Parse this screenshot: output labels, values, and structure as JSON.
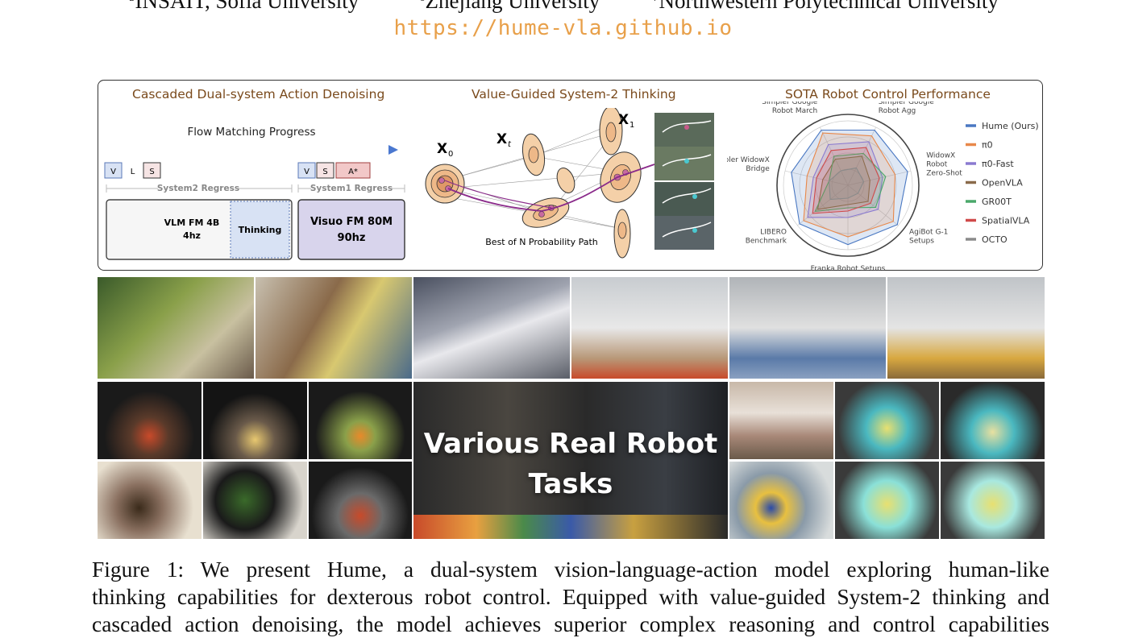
{
  "affiliations": [
    {
      "mark": "5",
      "name": "INSAIT, Sofia University"
    },
    {
      "mark": "6",
      "name": "Zhejiang University"
    },
    {
      "mark": "7",
      "name": "Northwestern Polytechnical University"
    }
  ],
  "url": "https://hume-vla.github.io",
  "panels": {
    "left": {
      "title": "Cascaded Dual-system Action Denoising",
      "flow_label": "Flow Matching Progress",
      "tokens_left": [
        "V",
        "L",
        "S"
      ],
      "tokens_right": [
        "V",
        "S",
        "A*"
      ],
      "system2_label": "System2 Regress",
      "system1_label": "System1 Regress",
      "vlm_label": "VLM FM 4B",
      "vlm_freq": "4hz",
      "thinking_label": "Thinking",
      "visuo_label": "Visuo FM 80M",
      "visuo_freq": "90hz"
    },
    "middle": {
      "title": "Value-Guided System-2 Thinking",
      "x0_label": "X",
      "x0_sub": "0",
      "xt_label": "X",
      "xt_sub": "t",
      "x1_label": "X",
      "x1_sub": "1",
      "path_label": "Best of N Probability Path"
    },
    "right": {
      "title": "SOTA Robot Control Performance",
      "axes": [
        [
          "Simpler Google",
          "Robot Agg"
        ],
        [
          "WidowX",
          "Robot",
          "Zero-Shot"
        ],
        [
          "AgiBot G-1",
          "Setups"
        ],
        [
          "Franka Robot Setups"
        ],
        [
          "LIBERO",
          "Benchmark"
        ],
        [
          "Simpler WidowX",
          "Bridge"
        ],
        [
          "Simpler Google",
          "Robot March"
        ]
      ],
      "legend": [
        {
          "name": "Hume (Ours)",
          "color": "#4a78c2"
        },
        {
          "name": "π0",
          "color": "#e8884a"
        },
        {
          "name": "π0-Fast",
          "color": "#8a7ad0"
        },
        {
          "name": "OpenVLA",
          "color": "#8a6a4a"
        },
        {
          "name": "GR00T",
          "color": "#4aa86a"
        },
        {
          "name": "SpatialVLA",
          "color": "#d04a4a"
        },
        {
          "name": "OCTO",
          "color": "#8a8a8a"
        }
      ]
    }
  },
  "banner": {
    "line1": "Various Real Robot",
    "line2": "Tasks"
  },
  "caption": {
    "line1": "Figure 1: We present Hume, a dual-system vision-language-action model exploring human-like",
    "line2": "thinking capabilities for dexterous robot control. Equipped with value-guided System-2 thinking and",
    "line3": "cascaded action denoising, the model achieves superior complex reasoning and control capabilities"
  }
}
